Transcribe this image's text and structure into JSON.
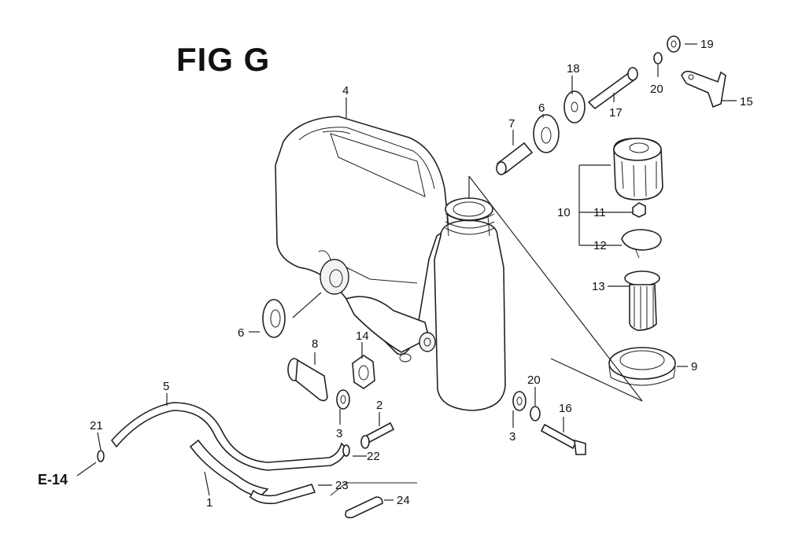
{
  "figure": {
    "title": "FIG G",
    "reference": "E-14"
  },
  "labels": [
    "1",
    "2",
    "3",
    "3",
    "4",
    "5",
    "6",
    "6",
    "7",
    "8",
    "9",
    "10",
    "11",
    "12",
    "13",
    "14",
    "15",
    "16",
    "17",
    "18",
    "19",
    "20",
    "20",
    "21",
    "22",
    "23",
    "24"
  ]
}
